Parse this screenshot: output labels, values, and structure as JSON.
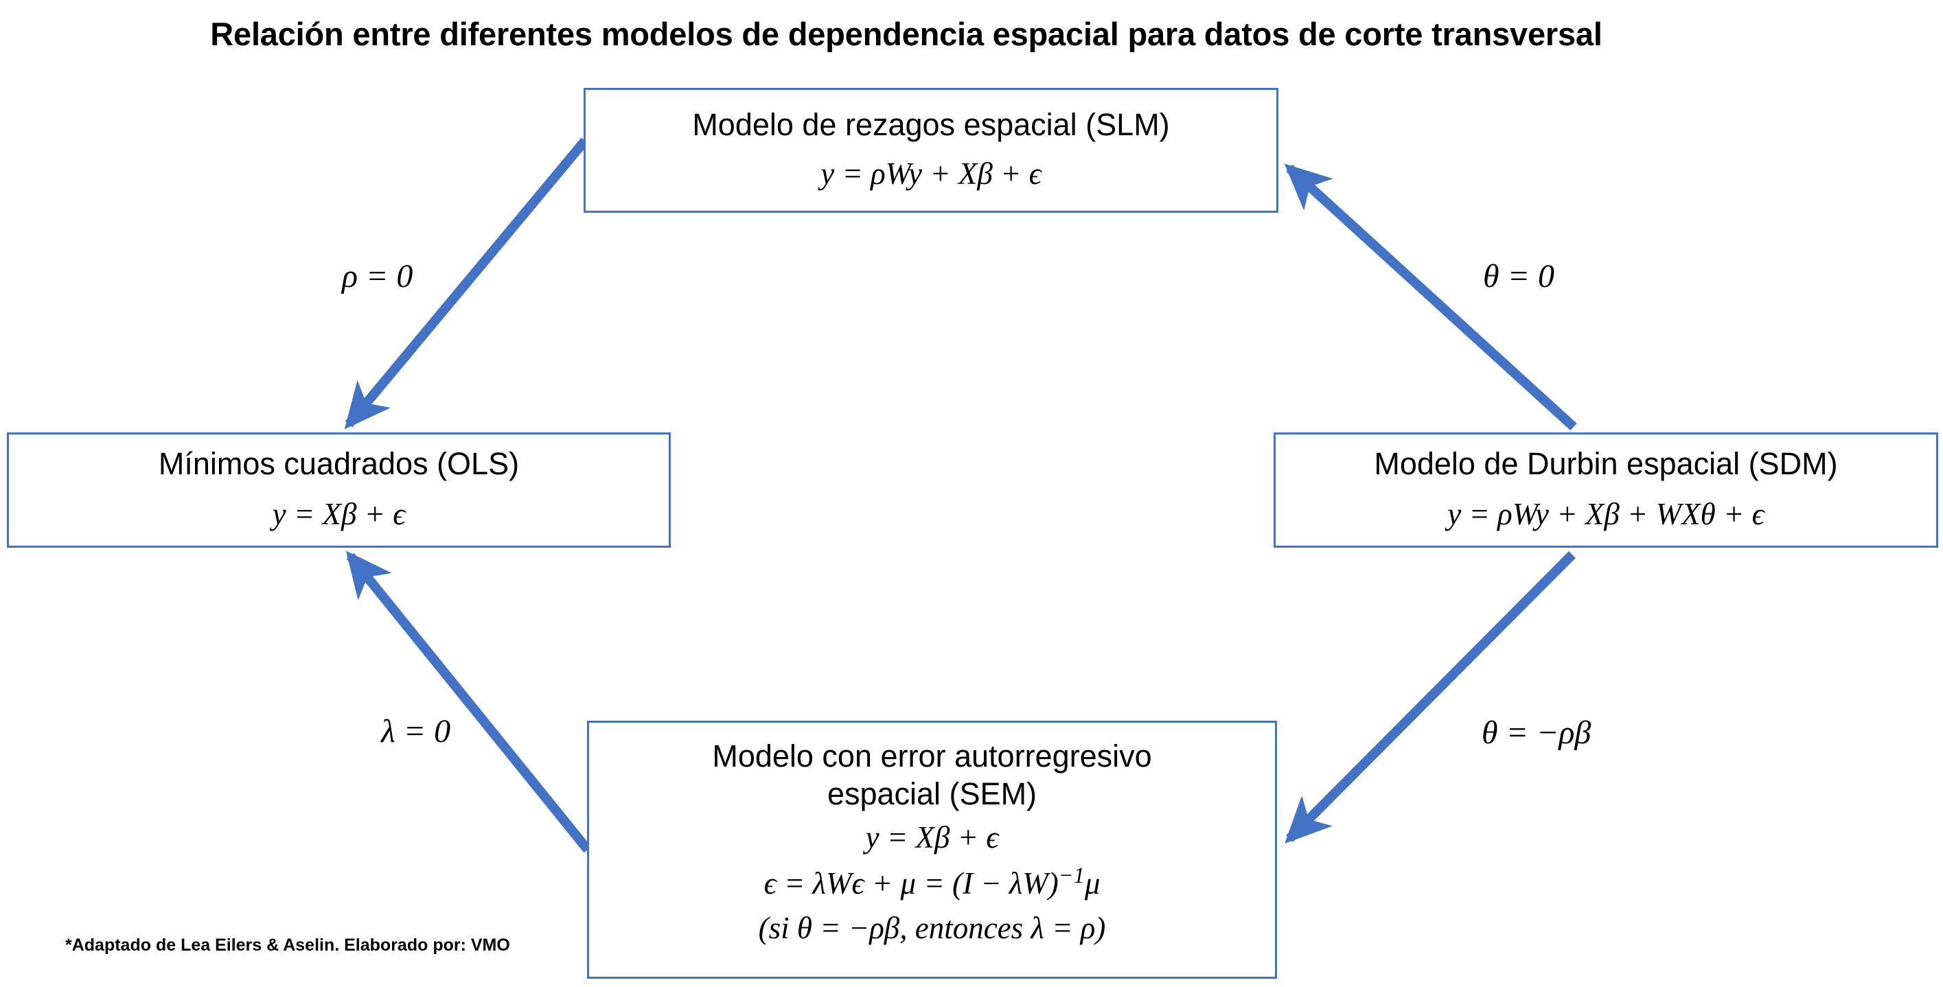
{
  "diagram": {
    "title": "Relación entre diferentes modelos de dependencia espacial para datos de corte transversal",
    "footnote": "*Adaptado de Lea Eilers & Aselin. Elaborado por: VMO",
    "accent_color": "#4472C4",
    "background_color": "#FFFFFF",
    "text_color": "#000000"
  },
  "nodes": {
    "slm": {
      "id": "SLM",
      "title": "Modelo de rezagos espacial (SLM)",
      "equation": "y = ρWy + Xβ + ϵ"
    },
    "ols": {
      "id": "OLS",
      "title": "Mínimos cuadrados (OLS)",
      "equation": "y = Xβ + ϵ"
    },
    "sdm": {
      "id": "SDM",
      "title": "Modelo de Durbin espacial (SDM)",
      "equation": "y = ρWy + Xβ + WXθ + ϵ"
    },
    "sem": {
      "id": "SEM",
      "title": "Modelo con error autorregresivo\nespacial (SEM)",
      "equation_1": "y = Xβ + ϵ",
      "equation_2_a": "ϵ = λWϵ + μ = (I − λW)",
      "equation_2_sup": "−1",
      "equation_2_b": "μ",
      "equation_3": "(si θ = −ρβ, entonces λ = ρ)"
    }
  },
  "edges": [
    {
      "name": "slm-to-ols",
      "from": "SLM",
      "to": "OLS",
      "label": "ρ = 0"
    },
    {
      "name": "sdm-to-slm",
      "from": "SDM",
      "to": "SLM",
      "label": "θ = 0"
    },
    {
      "name": "sdm-to-sem",
      "from": "SDM",
      "to": "SEM",
      "label": "θ = −ρβ"
    },
    {
      "name": "sem-to-ols",
      "from": "SEM",
      "to": "OLS",
      "label": "λ = 0"
    }
  ]
}
